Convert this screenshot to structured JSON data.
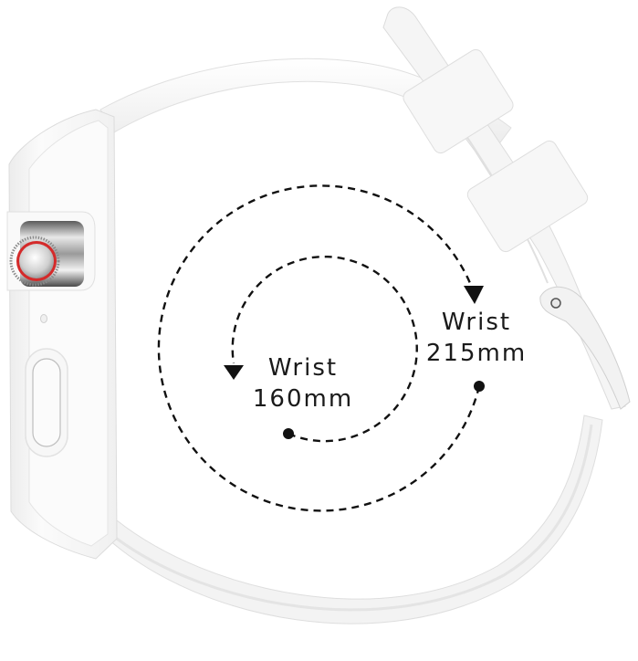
{
  "product": {
    "name": "watch-with-silicone-strap",
    "colors": {
      "background": "#ffffff",
      "strap": "#f4f4f4",
      "strap_shadow": "#e2e2e2",
      "case": "#f6f6f6",
      "crown_metal": "#c8c8c8",
      "crown_ring": "#d42a2a",
      "annotation": "#111111"
    }
  },
  "annotations": {
    "small": {
      "line1": "Wrist",
      "line2": "160mm",
      "value_mm": 160
    },
    "large": {
      "line1": "Wrist",
      "line2": "215mm",
      "value_mm": 215
    }
  }
}
